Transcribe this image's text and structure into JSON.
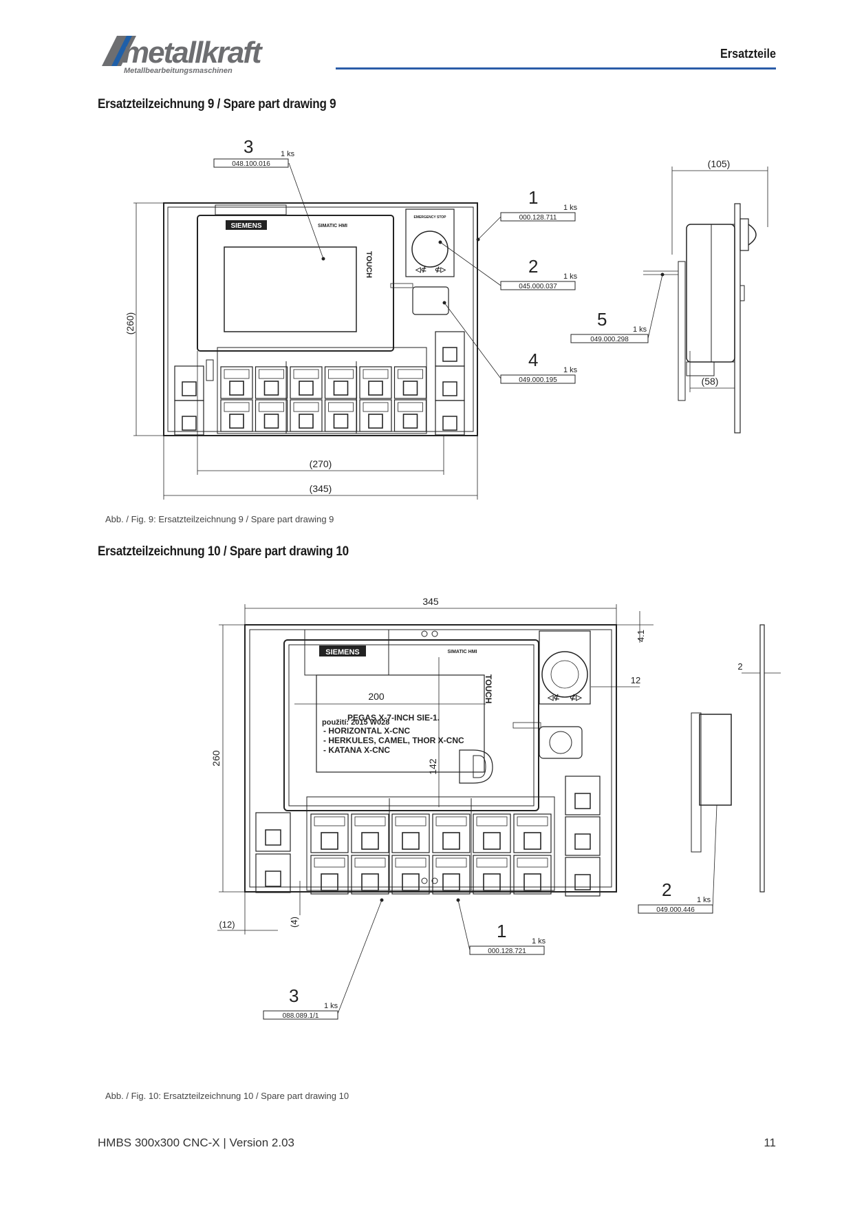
{
  "header": {
    "brand": "metallkraft",
    "brand_subtitle": "Metallbearbeitungsmaschinen",
    "section": "Ersatzteile"
  },
  "fig9": {
    "title": "Ersatzteilzeichnung 9 / Spare part drawing 9",
    "caption": "Abb. / Fig. 9: Ersatzteilzeichnung 9 / Spare part drawing 9",
    "panel_texts": {
      "brand": "SIEMENS",
      "hmi": "SIMATIC HMI",
      "touch": "TOUCH",
      "estop": "EMERGENCY STOP"
    },
    "dims": {
      "height": "(260)",
      "inner_width": "(270)",
      "width": "(345)",
      "depth": "(105)",
      "side_depth": "(58)"
    },
    "parts": [
      {
        "pos": "3",
        "qty": "1 ks",
        "number": "048.100.016"
      },
      {
        "pos": "1",
        "qty": "1 ks",
        "number": "000.128.711"
      },
      {
        "pos": "2",
        "qty": "1 ks",
        "number": "045.000.037"
      },
      {
        "pos": "5",
        "qty": "1 ks",
        "number": "049.000.298"
      },
      {
        "pos": "4",
        "qty": "1 ks",
        "number": "049.000.195"
      }
    ]
  },
  "fig10": {
    "title": "Ersatzteilzeichnung 10 / Spare part drawing 10",
    "caption": "Abb. / Fig. 10: Ersatzteilzeichnung 10 / Spare part drawing 10",
    "panel_texts": {
      "brand": "SIEMENS",
      "hmi": "SIMATIC HMI",
      "touch": "TOUCH"
    },
    "screen_note": [
      "PEGAS X-7-INCH SIE-1.",
      "použití: 2015 W028",
      "- HORIZONTAL X-CNC",
      "- HERKULES, CAMEL, THOR X-CNC",
      "- KATANA X-CNC"
    ],
    "dims": {
      "width": "345",
      "height": "260",
      "screen_w": "200",
      "screen_h": "142",
      "top": "4.1",
      "right": "12",
      "thickness": "2",
      "left": "(12)",
      "bottom": "(4)"
    },
    "parts": [
      {
        "pos": "2",
        "qty": "1 ks",
        "number": "049.000.446"
      },
      {
        "pos": "1",
        "qty": "1 ks",
        "number": "000.128.721"
      },
      {
        "pos": "3",
        "qty": "1 ks",
        "number": "088.089.1/1"
      }
    ]
  },
  "footer": {
    "doc": "HMBS 300x300 CNC-X | Version 2.03",
    "page": "11"
  }
}
